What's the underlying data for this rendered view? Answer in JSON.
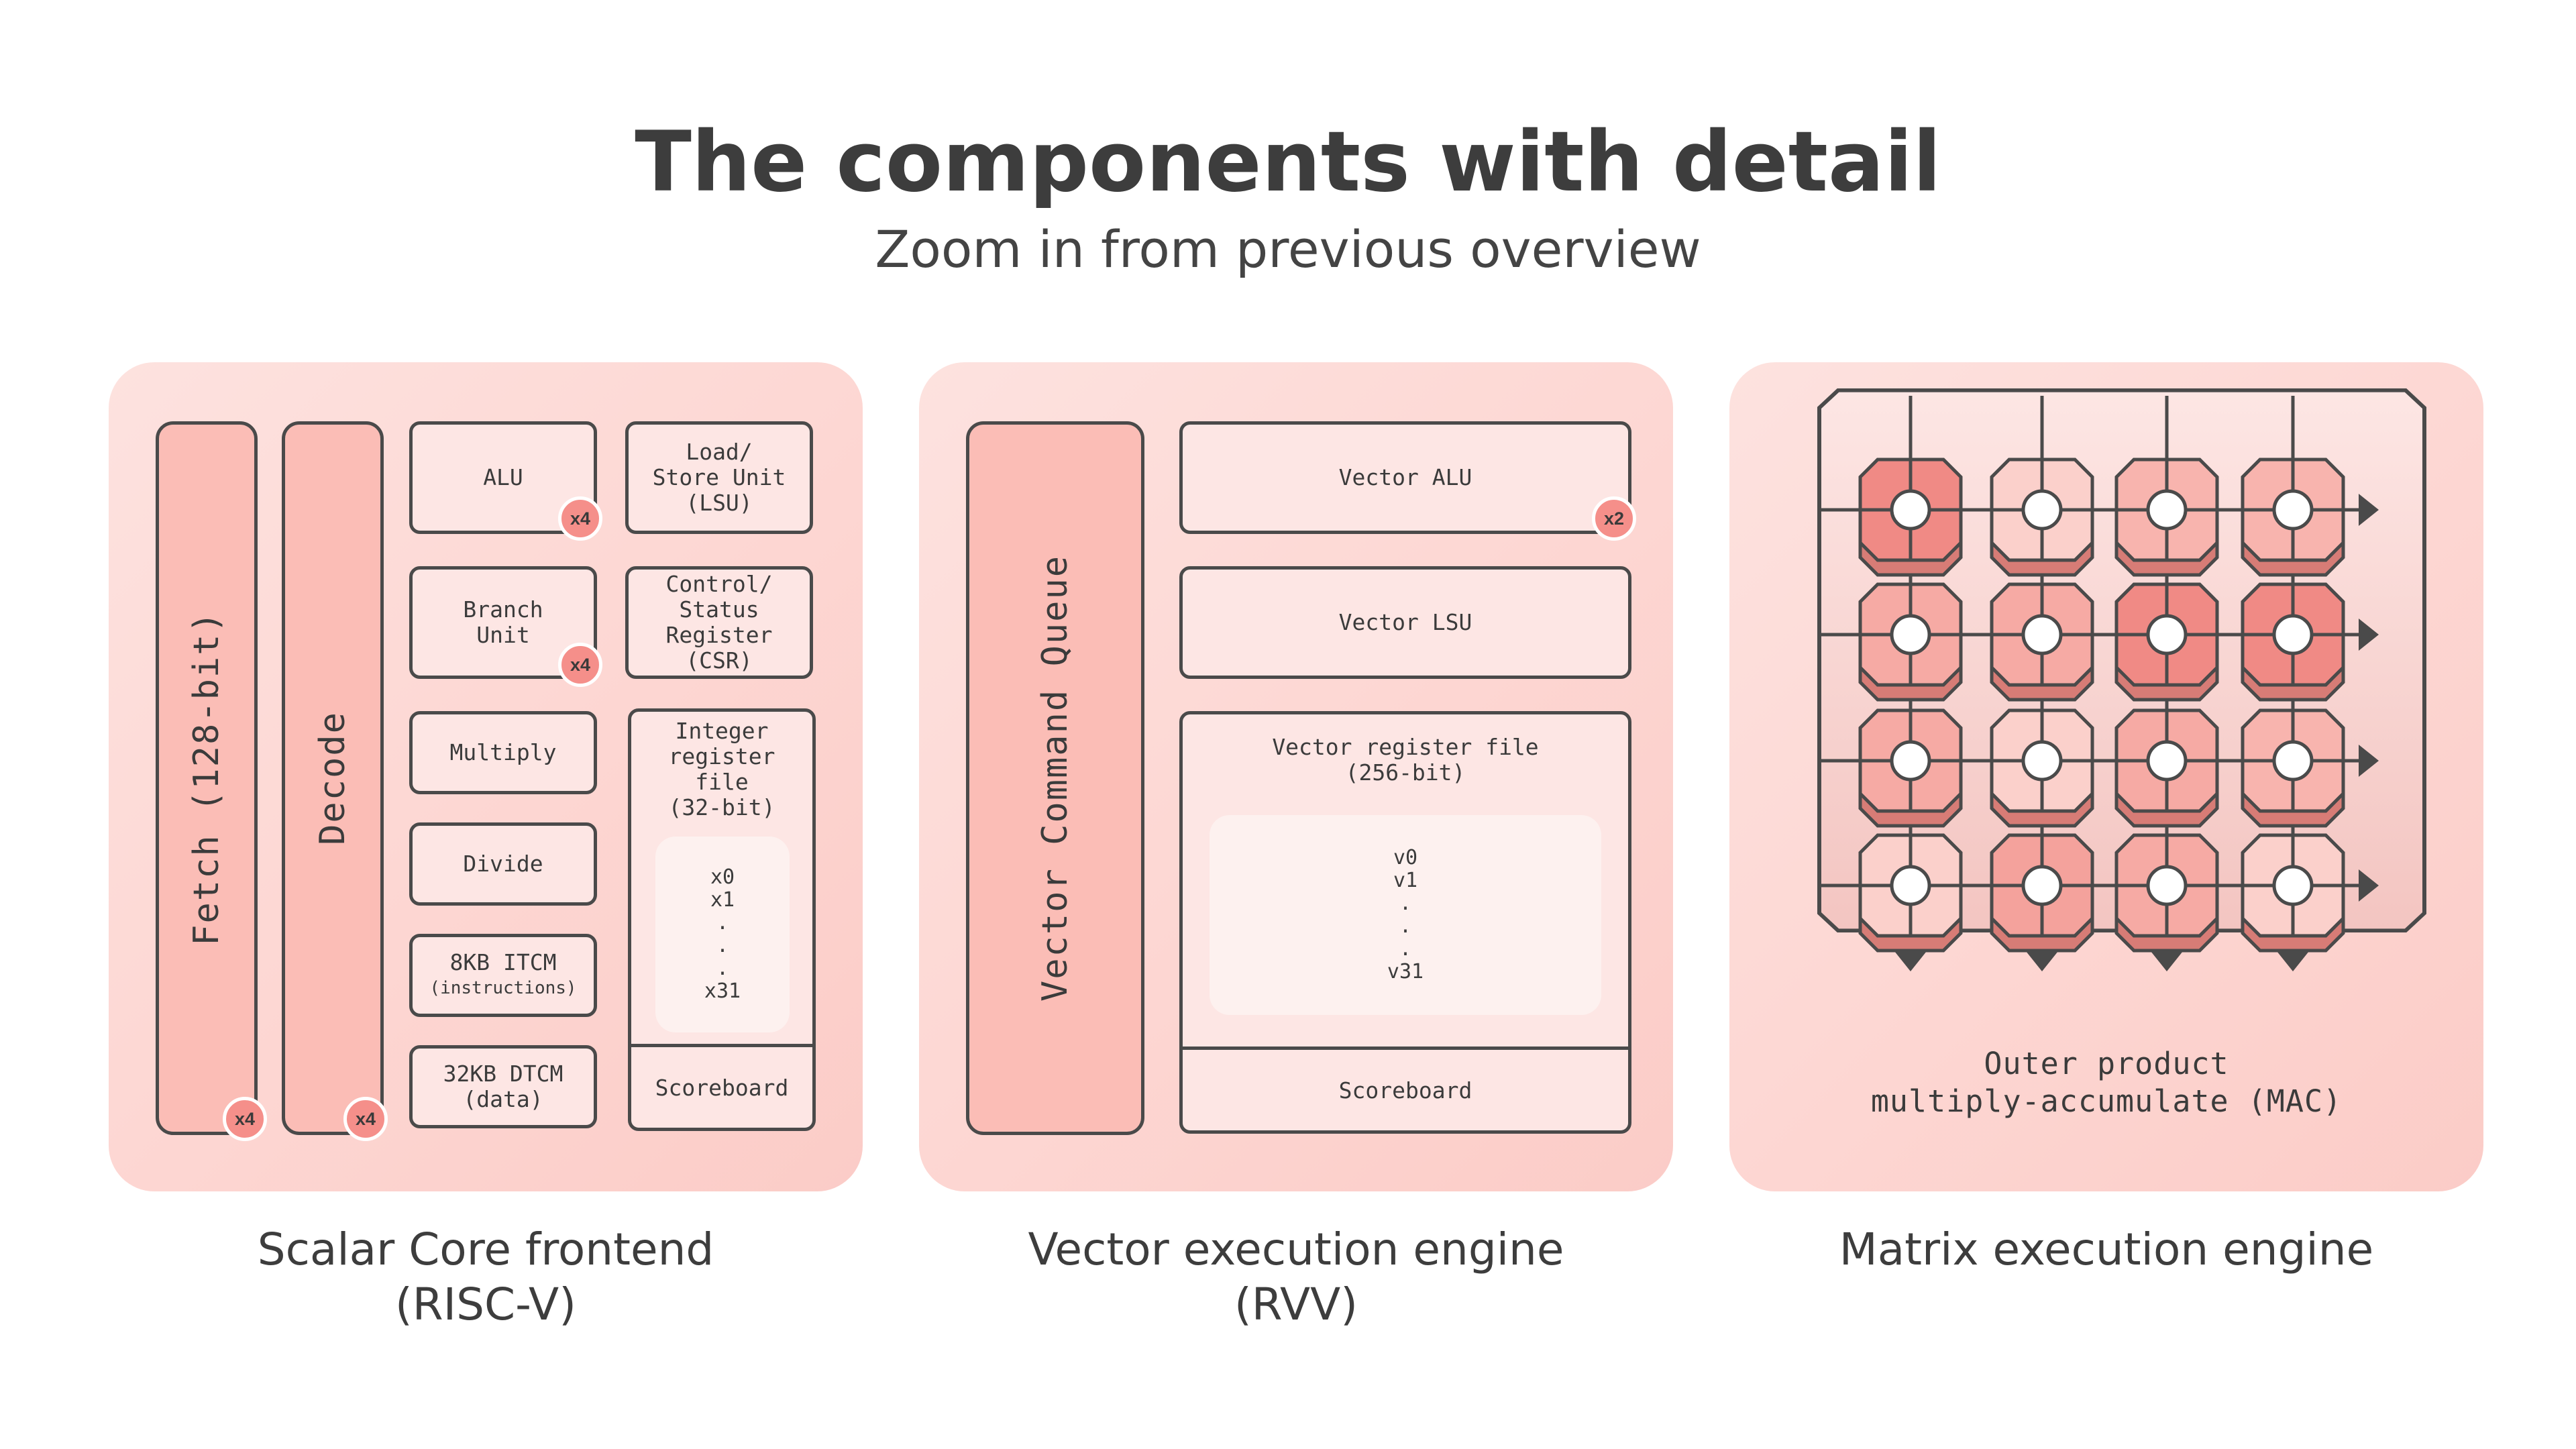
{
  "header": {
    "title": "The components with detail",
    "subtitle": "Zoom in from previous overview"
  },
  "scalar": {
    "fetch": "Fetch (128-bit)",
    "decode": "Decode",
    "alu": "ALU",
    "lsu": [
      "Load/",
      "Store Unit",
      "(LSU)"
    ],
    "branch": [
      "Branch",
      "Unit"
    ],
    "csr": [
      "Control/",
      "Status",
      "Register",
      "(CSR)"
    ],
    "multiply": "Multiply",
    "divide": "Divide",
    "itcm": "8KB ITCM",
    "itcm_sub": "(instructions)",
    "dtcm": [
      "32KB DTCM",
      "(data)"
    ],
    "regfile": [
      "Integer",
      "register",
      "file",
      "(32-bit)"
    ],
    "regs": [
      "x0",
      "x1",
      ".",
      ".",
      ".",
      "x31"
    ],
    "scoreboard": "Scoreboard",
    "badge": "x4"
  },
  "vector": {
    "queue": "Vector Command Queue",
    "alu": "Vector ALU",
    "alu_badge": "x2",
    "lsu": "Vector LSU",
    "regfile": [
      "Vector register file",
      "(256-bit)"
    ],
    "regs": [
      "v0",
      "v1",
      ".",
      ".",
      ".",
      "v31"
    ],
    "scoreboard": "Scoreboard"
  },
  "matrix": {
    "caption": [
      "Outer product",
      "multiply-accumulate (MAC)"
    ],
    "cell_colors": [
      [
        "#f08a85",
        "#fbd0cb",
        "#f8b4ae",
        "#f8b4ae"
      ],
      [
        "#f6aaa4",
        "#f6aaa4",
        "#f08a85",
        "#f08a85"
      ],
      [
        "#f6aaa4",
        "#fbd0cb",
        "#f6aaa4",
        "#f8b4ae"
      ],
      [
        "#fbd0cb",
        "#f4a29c",
        "#f6aaa4",
        "#fbd0cb"
      ]
    ]
  },
  "captions": {
    "scalar": [
      "Scalar Core frontend",
      "(RISC-V)"
    ],
    "vector": [
      "Vector execution engine",
      "(RVV)"
    ],
    "matrix": [
      "Matrix execution engine"
    ]
  }
}
